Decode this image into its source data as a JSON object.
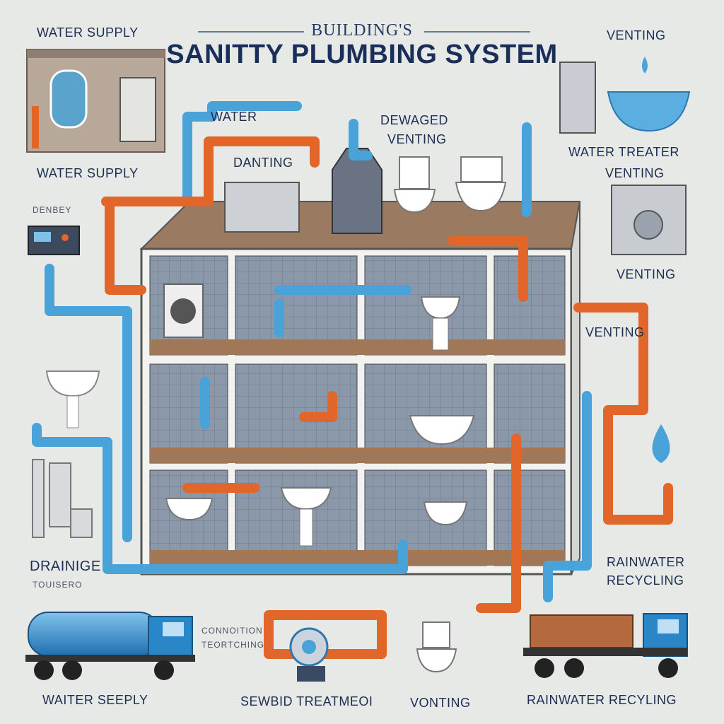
{
  "title": {
    "top": "BUILDING'S",
    "main": "SANITTY PLUMBING SYSTEM"
  },
  "labels": {
    "water_supply_top": "WATER SUPPLY",
    "water_supply_left": "WATER SUPPLY",
    "denbey": "DENBEY",
    "water_center": "WATER",
    "danting": "DANTING",
    "dewaged": "DEWAGED",
    "venting_center": "VENTING",
    "venting_top_right": "VENTING",
    "water_treater": "WATER TREATER",
    "venting_right_1": "VENTING",
    "venting_right_2": "VENTING",
    "venting_right_3": "VENTING",
    "drainage": "DRAINIGE",
    "drainage_sub": "TOUISERO",
    "rainwater_recycling_right": "RAINWATER RECYCLING",
    "connection": "CONNOITION",
    "connection_sub": "TEORTCHING",
    "water_seeply": "WAITER SEEPLY",
    "sewage_treatment": "SEWBID TREATMEOI",
    "venting_bottom": "VONTING",
    "rainwater_recycling_bottom": "RAINWATER RECYLING"
  },
  "colors": {
    "background": "#e7e9e6",
    "water_pipe": "#4aa3d8",
    "drain_pipe": "#e2652a",
    "building_frame": "#f2f2f0",
    "room_wall": "#6f7d90",
    "floor": "#a07858",
    "title": "#1a2e5a"
  }
}
